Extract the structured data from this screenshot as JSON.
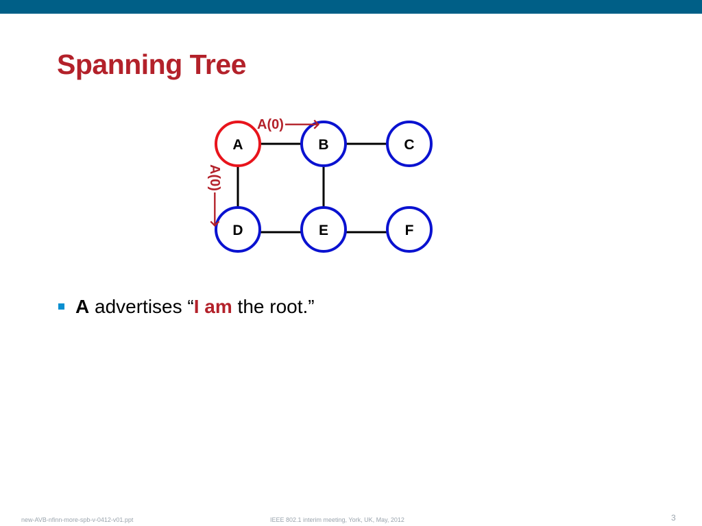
{
  "slide": {
    "title": "Spanning Tree",
    "bullet": {
      "part1": "A",
      "part2": " advertises “",
      "part3": "I am",
      "part4": " the root.”"
    }
  },
  "diagram": {
    "nodes": [
      {
        "id": "A",
        "label": "A",
        "color": "#e8141c"
      },
      {
        "id": "B",
        "label": "B",
        "color": "#0a12d0"
      },
      {
        "id": "C",
        "label": "C",
        "color": "#0a12d0"
      },
      {
        "id": "D",
        "label": "D",
        "color": "#0a12d0"
      },
      {
        "id": "E",
        "label": "E",
        "color": "#0a12d0"
      },
      {
        "id": "F",
        "label": "F",
        "color": "#0a12d0"
      }
    ],
    "links": [
      {
        "from": "A",
        "to": "B"
      },
      {
        "from": "B",
        "to": "C"
      },
      {
        "from": "A",
        "to": "D"
      },
      {
        "from": "B",
        "to": "E"
      },
      {
        "from": "D",
        "to": "E"
      },
      {
        "from": "E",
        "to": "F"
      }
    ],
    "messages": [
      {
        "label": "A(0)🡒",
        "on_link": "A-B"
      },
      {
        "label": "A(0)🡒",
        "on_link": "A-D"
      }
    ]
  },
  "footer": {
    "left": "new-AVB-nfinn-more-spb-v-0412-v01.ppt",
    "center": "IEEE 802.1 interim meeting, York, UK, May, 2012",
    "page": "3"
  },
  "colors": {
    "header_bar": "#005f87",
    "title": "#b3212a",
    "bullet": "#0a8fd0",
    "root_node": "#e8141c",
    "node": "#0a12d0"
  }
}
